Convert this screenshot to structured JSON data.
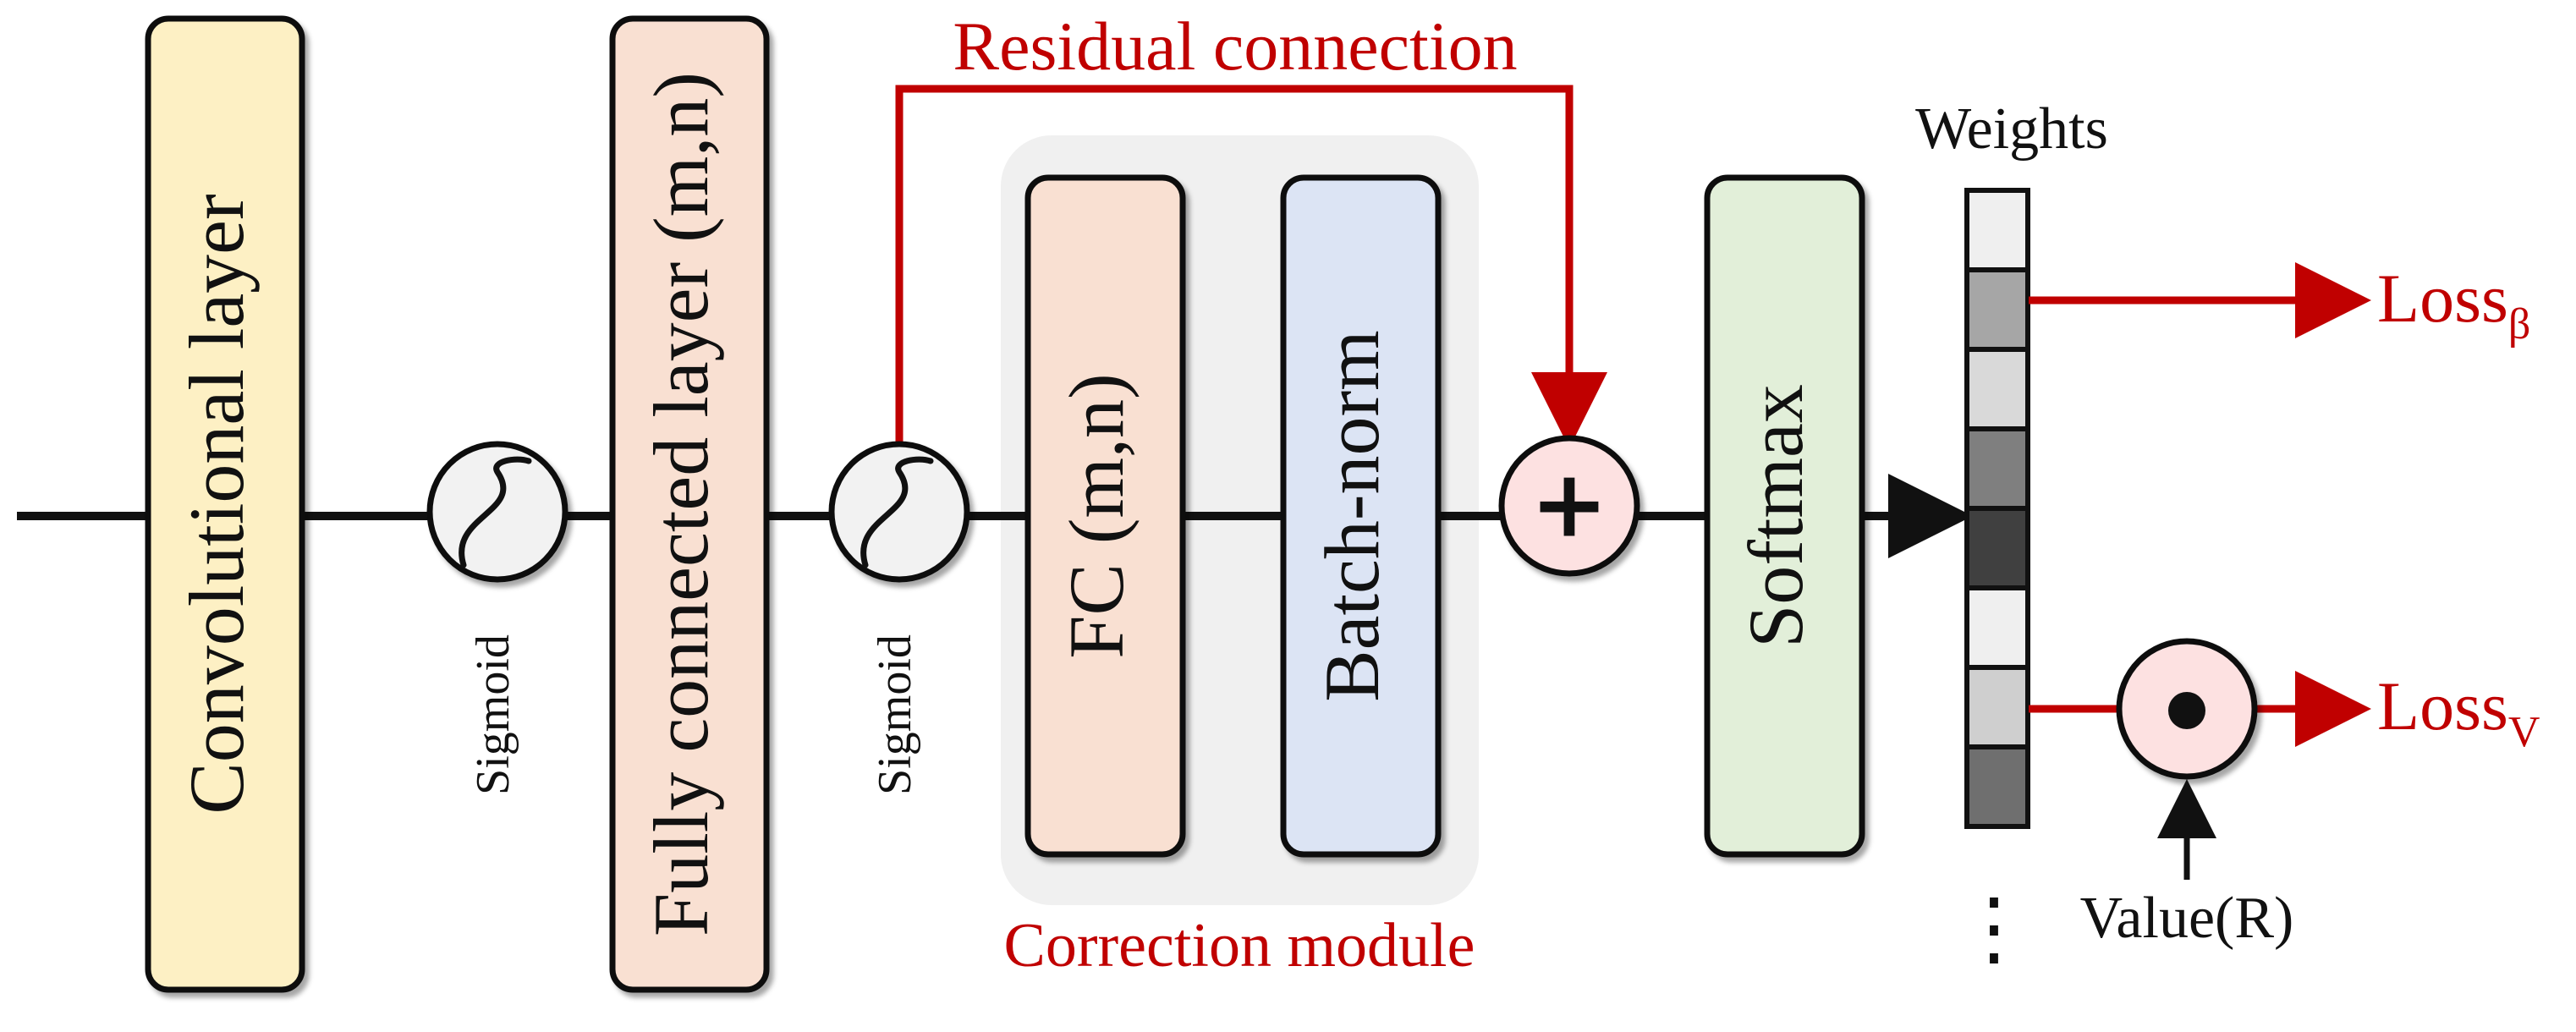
{
  "layers": {
    "conv": "Convolutional layer",
    "fc": "Fully connected layer (m,n)",
    "fc2": "FC (m,n)",
    "batchnorm": "Batch-norm",
    "softmax": "Softmax"
  },
  "activations": {
    "sigmoid1": "Sigmoid",
    "sigmoid2": "Sigmoid"
  },
  "labels": {
    "residual": "Residual connection",
    "correction": "Correction module",
    "weights": "Weights",
    "value": "Value(R)",
    "ellipsis": "⋮"
  },
  "losses": {
    "beta_base": "Loss",
    "beta_sub": "β",
    "v_base": "Loss",
    "v_sub": "V"
  },
  "symbols": {
    "plus": "+",
    "dot": "●"
  },
  "weight_cells": [
    "#efefef",
    "#a6a6a6",
    "#d9d9d9",
    "#7f7f7f",
    "#404040",
    "#efefef",
    "#cfcfcf",
    "#6f6f6f"
  ],
  "colors": {
    "accent": "#c00000",
    "conv_fill": "#fdf0c4",
    "fc_fill": "#f9e0d2",
    "bn_fill": "#dce4f4",
    "softmax_fill": "#e2efd9",
    "module_bg": "#f0f0f0",
    "sigmoid_fill": "#f2f2f2",
    "op_fill": "#fde1e1"
  },
  "icons": [
    "sigmoid-icon",
    "plus-icon",
    "dot-product-icon"
  ]
}
